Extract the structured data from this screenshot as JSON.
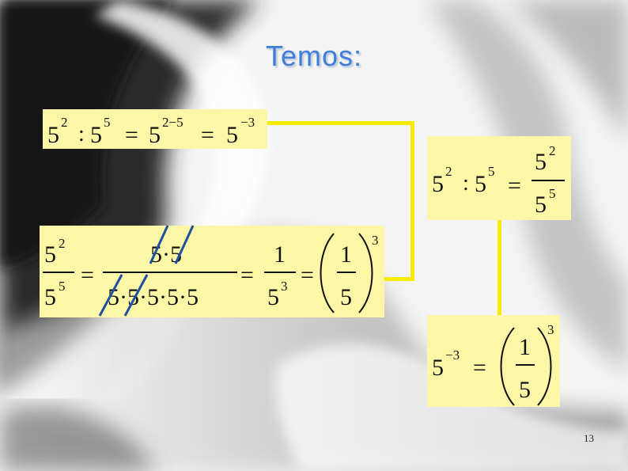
{
  "slide": {
    "title": "Temos:",
    "page_number": "13",
    "colors": {
      "title": "#3f7fd6",
      "box_fill": "#fcf7a6",
      "connector": "#f7ec00",
      "strike": "#1f4fa0"
    }
  },
  "eq1": {
    "b1": "5",
    "e1": "2",
    "colon": ":",
    "b2": "5",
    "e2": "5",
    "eq_a": "=",
    "b3": "5",
    "e3": "2−5",
    "eq_b": "=",
    "b4": "5",
    "e4": "−3"
  },
  "eq2": {
    "b1": "5",
    "e1": "2",
    "colon": ":",
    "b2": "5",
    "e2": "5",
    "eq": "=",
    "num_b": "5",
    "num_e": "2",
    "den_b": "5",
    "den_e": "5"
  },
  "eq3": {
    "f_num_b": "5",
    "f_num_e": "2",
    "f_den_b": "5",
    "f_den_e": "5",
    "eq1": "=",
    "num": "5·5",
    "den": "5·5·5·5·5",
    "eq2": "=",
    "one": "1",
    "den2_b": "5",
    "den2_e": "3",
    "eq3": "=",
    "p_num": "1",
    "p_den": "5",
    "p_exp": "3"
  },
  "eq4": {
    "b": "5",
    "e": "−3",
    "eq": "=",
    "p_num": "1",
    "p_den": "5",
    "p_exp": "3"
  }
}
